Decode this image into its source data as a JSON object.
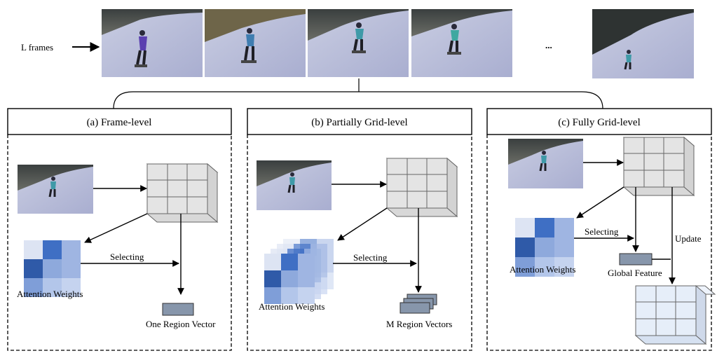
{
  "input": {
    "label": "L frames",
    "ellipsis": "..."
  },
  "panels": [
    {
      "title": "(a) Frame-level",
      "weights_label": "Attention Weights",
      "selecting_label": "Selecting",
      "output_label": "One Region Vector"
    },
    {
      "title": "(b) Partially Grid-level",
      "weights_label": "Attention Weights",
      "selecting_label": "Selecting",
      "output_label": "M Region Vectors"
    },
    {
      "title": "(c) Fully Grid-level",
      "weights_label": "Attention Weights",
      "selecting_label": "Selecting",
      "global_label": "Global Feature",
      "update_label": "Update"
    }
  ],
  "colors": {
    "attention": [
      "#dde4f3",
      "#3f6fc4",
      "#9fb5e2",
      "#2f5aa8",
      "#8ea9dc",
      "#9fb5e2",
      "#7f9ed8",
      "#b3c6ea",
      "#c5d3ef"
    ],
    "cube_gray": "#e4e4e4",
    "cube_blue": "#e6eef9",
    "vector": "#8796ab"
  }
}
